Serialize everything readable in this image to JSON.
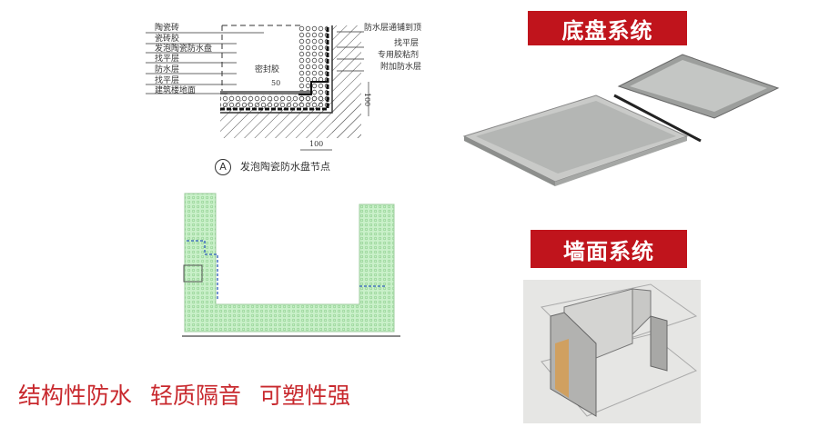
{
  "detail_drawing": {
    "left_labels": [
      "陶瓷砖",
      "瓷砖胶",
      "发泡陶瓷防水盘",
      "找平层",
      "防水层",
      "找平层",
      "建筑楼地面"
    ],
    "right_labels": [
      "防水层通铺到顶",
      "找平层",
      "专用胶粘剂",
      "附加防水层"
    ],
    "center_label": "密封胶",
    "dim_50": "50",
    "dim_100_vertical": "100",
    "dim_100_horizontal": "100",
    "caption_marker": "A",
    "caption": "发泡陶瓷防水盘节点"
  },
  "tray_banner": "底盘系统",
  "wall_banner": "墙面系统",
  "slogans": [
    "结构性防水",
    "轻质隔音",
    "可塑性强"
  ],
  "colors": {
    "banner": "#c0141c",
    "slogan": "#c8282d",
    "green_fill": "#c9f0c9"
  }
}
